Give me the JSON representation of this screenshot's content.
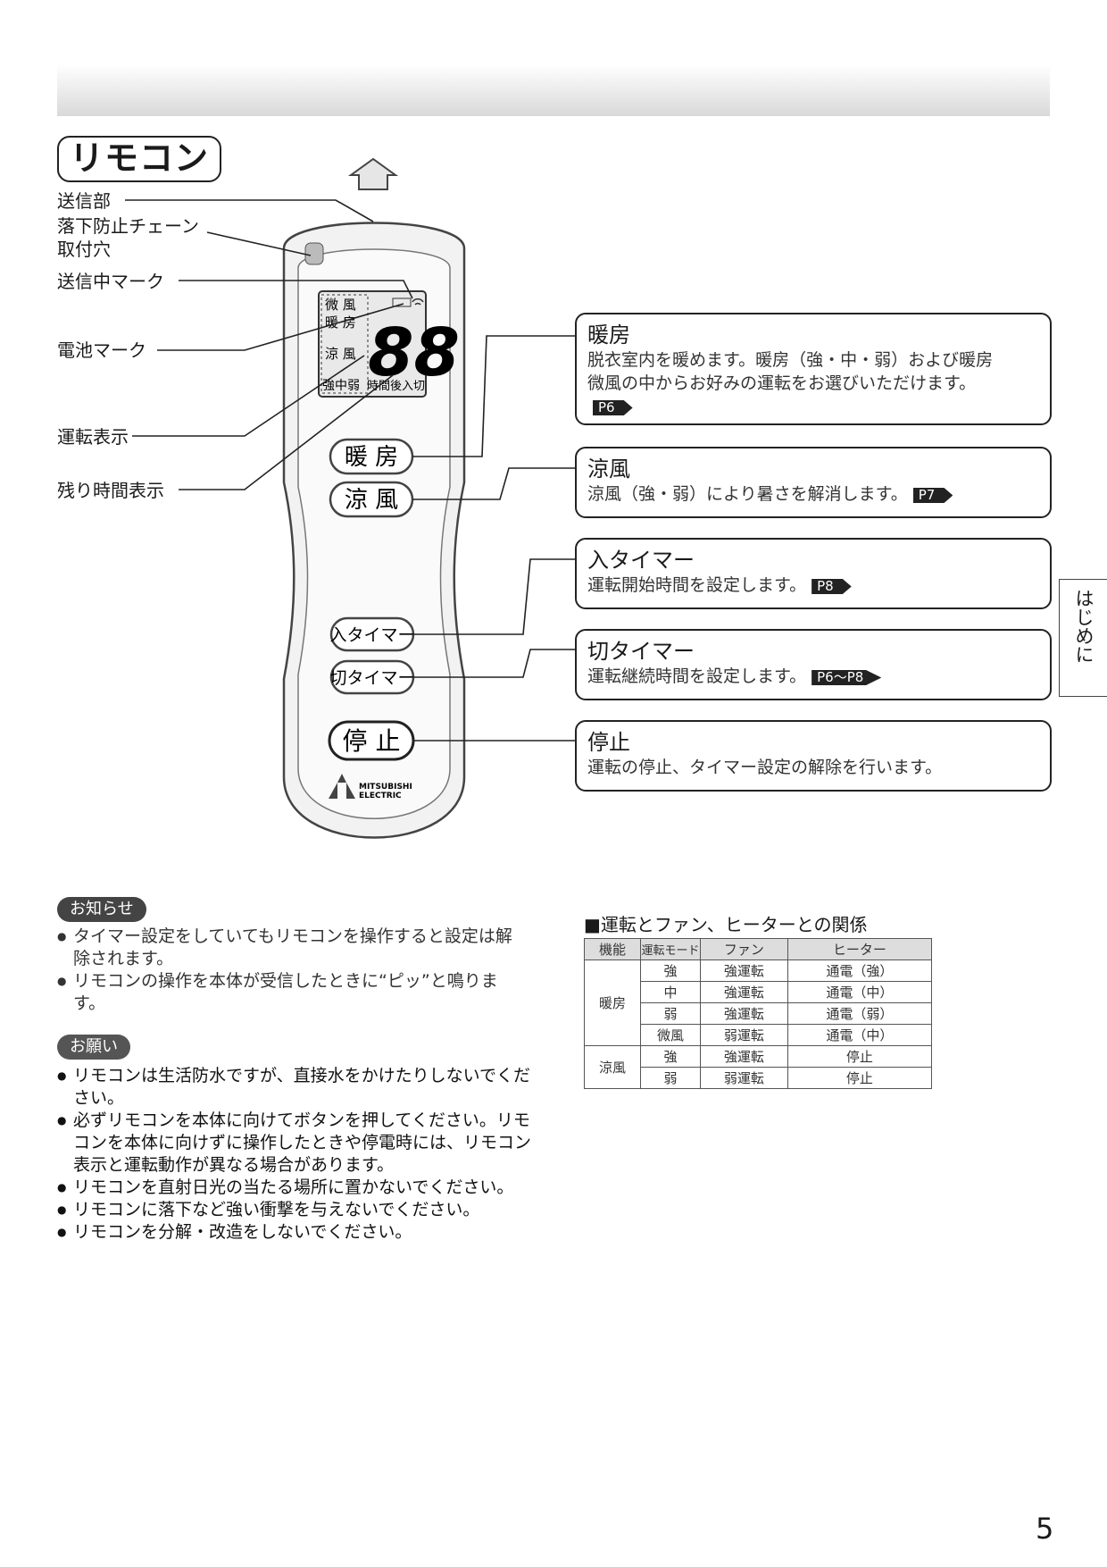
{
  "page_title": "リモコン",
  "left_labels": [
    "送信部",
    "落下防止チェーン\n取付穴",
    "送信中マーク",
    "電池マーク",
    "運転表示",
    "残り時間表示"
  ],
  "lcd": {
    "mode_labels": [
      "微 風",
      "暖 房",
      "涼 風"
    ],
    "digits": "88",
    "bottom_left": "強中弱",
    "bottom_right": "時間後入切"
  },
  "remote_buttons": {
    "heat": "暖 房",
    "cool": "涼 風",
    "on_timer": "入タイマー",
    "off_timer": "切タイマー",
    "stop": "停 止"
  },
  "brand": {
    "line1": "MITSUBISHI",
    "line2": "ELECTRIC"
  },
  "callouts": [
    {
      "heading": "暖房",
      "body": "脱衣室内を暖めます。暖房（強・中・弱）および暖房微風の中からお好みの運転をお選びいただけます。",
      "ref": "P6"
    },
    {
      "heading": "涼風",
      "body": "涼風（強・弱）により暑さを解消します。",
      "ref": "P7"
    },
    {
      "heading": "入タイマー",
      "body": "運転開始時間を設定します。",
      "ref": "P8"
    },
    {
      "heading": "切タイマー",
      "body": "運転継続時間を設定します。",
      "ref": "P6〜P8"
    },
    {
      "heading": "停止",
      "body": "運転の停止、タイマー設定の解除を行います。",
      "ref": ""
    }
  ],
  "side_tab": "はじめに",
  "notice": {
    "label": "お知らせ",
    "items": [
      "タイマー設定をしていてもリモコンを操作すると設定は解除されます。",
      "リモコンの操作を本体が受信したときに“ピッ”と鳴ります。"
    ]
  },
  "request": {
    "label": "お願い",
    "items": [
      "リモコンは生活防水ですが、直接水をかけたりしないでください。",
      "必ずリモコンを本体に向けてボタンを押してください。リモコンを本体に向けずに操作したときや停電時には、リモコン表示と運転動作が異なる場合があります。",
      "リモコンを直射日光の当たる場所に置かないでください。",
      "リモコンに落下など強い衝撃を与えないでください。",
      "リモコンを分解・改造をしないでください。"
    ]
  },
  "relation_table": {
    "title": "■運転とファン、ヒーターとの関係",
    "headers": [
      "機能",
      "運転モード",
      "ファン",
      "ヒーター"
    ],
    "groups": [
      {
        "function": "暖房",
        "rows": [
          [
            "強",
            "強運転",
            "通電（強）"
          ],
          [
            "中",
            "強運転",
            "通電（中）"
          ],
          [
            "弱",
            "強運転",
            "通電（弱）"
          ],
          [
            "微風",
            "弱運転",
            "通電（中）"
          ]
        ]
      },
      {
        "function": "涼風",
        "rows": [
          [
            "強",
            "強運転",
            "停止"
          ],
          [
            "弱",
            "弱運転",
            "停止"
          ]
        ]
      }
    ]
  },
  "page_number": "5"
}
